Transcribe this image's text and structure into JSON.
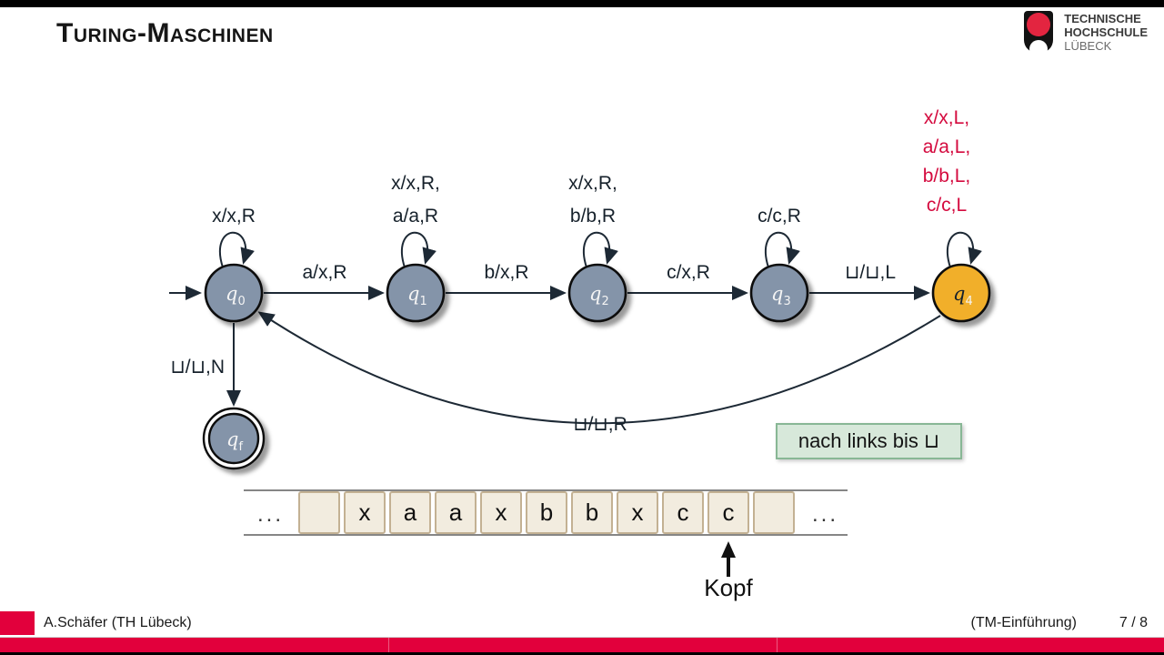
{
  "header": {
    "title": "Turing-Maschinen",
    "logo": {
      "line1": "TECHNISCHE",
      "line2": "HOCHSCHULE",
      "line3": "LÜBECK"
    }
  },
  "diagram": {
    "states": [
      {
        "base": "q",
        "sub": "0"
      },
      {
        "base": "q",
        "sub": "1"
      },
      {
        "base": "q",
        "sub": "2"
      },
      {
        "base": "q",
        "sub": "3"
      },
      {
        "base": "q",
        "sub": "4"
      },
      {
        "base": "q",
        "sub": "f"
      }
    ],
    "loop_labels": {
      "q0": [
        "x/x,R"
      ],
      "q1": [
        "x/x,R,",
        "a/a,R"
      ],
      "q2": [
        "x/x,R,",
        "b/b,R"
      ],
      "q3": [
        "c/c,R"
      ],
      "q4": [
        "x/x,L,",
        "a/a,L,",
        "b/b,L,",
        "c/c,L"
      ]
    },
    "edge_labels": {
      "q0_q1": "a/x,R",
      "q1_q2": "b/x,R",
      "q2_q3": "c/x,R",
      "q3_q4": "⊔/⊔,L",
      "q4_q0": "⊔/⊔,R",
      "q0_qf": "⊔/⊔,N"
    },
    "note": "nach links bis ⊔"
  },
  "tape": {
    "ellipsis_left": "...",
    "ellipsis_right": "...",
    "cells": [
      "",
      "x",
      "a",
      "a",
      "x",
      "b",
      "b",
      "x",
      "c",
      "c",
      ""
    ],
    "head_label": "Kopf"
  },
  "footer": {
    "author": "A.Schäfer  (TH Lübeck)",
    "section": "(TM-Einführung)",
    "page": "7 / 8"
  },
  "colors": {
    "theme_red": "#e2003c",
    "state_fill": "#8494a9",
    "final_state_fill": "#f1af2c",
    "edge": "#1d2935",
    "red_label": "#d40a3e",
    "note_bg": "#d7e8da",
    "note_border": "#88b795",
    "tape_cell_bg": "#f2ecdf",
    "tape_cell_border": "#c3b193"
  }
}
